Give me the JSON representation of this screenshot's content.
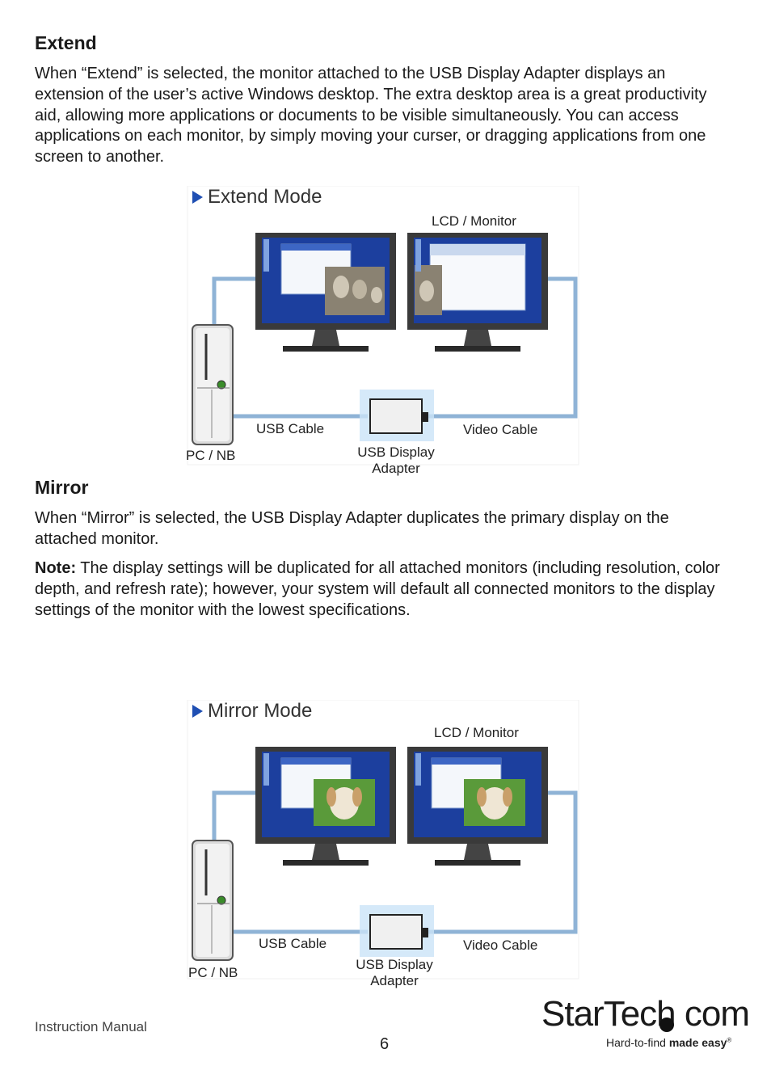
{
  "extend": {
    "heading": "Extend",
    "paragraph": "When “Extend” is selected, the monitor attached to the USB Display Adapter displays an extension of the user’s active Windows desktop. The extra desktop area is a great productivity aid, allowing more applications or documents to be visible simultaneously. You can access applications on each monitor, by simply moving your curser, or dragging applications from one screen to another."
  },
  "extend_diagram": {
    "title": "Extend Mode",
    "lcd_label": "LCD / Monitor",
    "usb_cable_label": "USB Cable",
    "video_cable_label": "Video Cable",
    "pc_label": "PC / NB",
    "adapter_label_line1": "USB Display",
    "adapter_label_line2": "Adapter"
  },
  "mirror": {
    "heading": "Mirror",
    "paragraph": "When “Mirror” is selected, the USB Display Adapter duplicates the primary display on the attached monitor.",
    "note_label": "Note:",
    "note_text": " The display settings will be duplicated for all attached monitors (including resolution, color depth, and refresh rate); however, your system will default all connected monitors to the display settings of the monitor with the lowest specifications."
  },
  "mirror_diagram": {
    "title": "Mirror Mode",
    "lcd_label": "LCD / Monitor",
    "usb_cable_label": "USB Cable",
    "video_cable_label": "Video Cable",
    "pc_label": "PC / NB",
    "adapter_label_line1": "USB Display",
    "adapter_label_line2": "Adapter"
  },
  "footer": {
    "left": "Instruction Manual",
    "page_number": "6",
    "logo_word": "StarTech com",
    "logo_tagline_plain": "Hard-to-find ",
    "logo_tagline_bold": "made easy",
    "logo_registered": "®"
  },
  "colors": {
    "accent": "#1f4fb3",
    "screen_blue": "#1c3f9e",
    "cable": "#8fb3d6"
  }
}
